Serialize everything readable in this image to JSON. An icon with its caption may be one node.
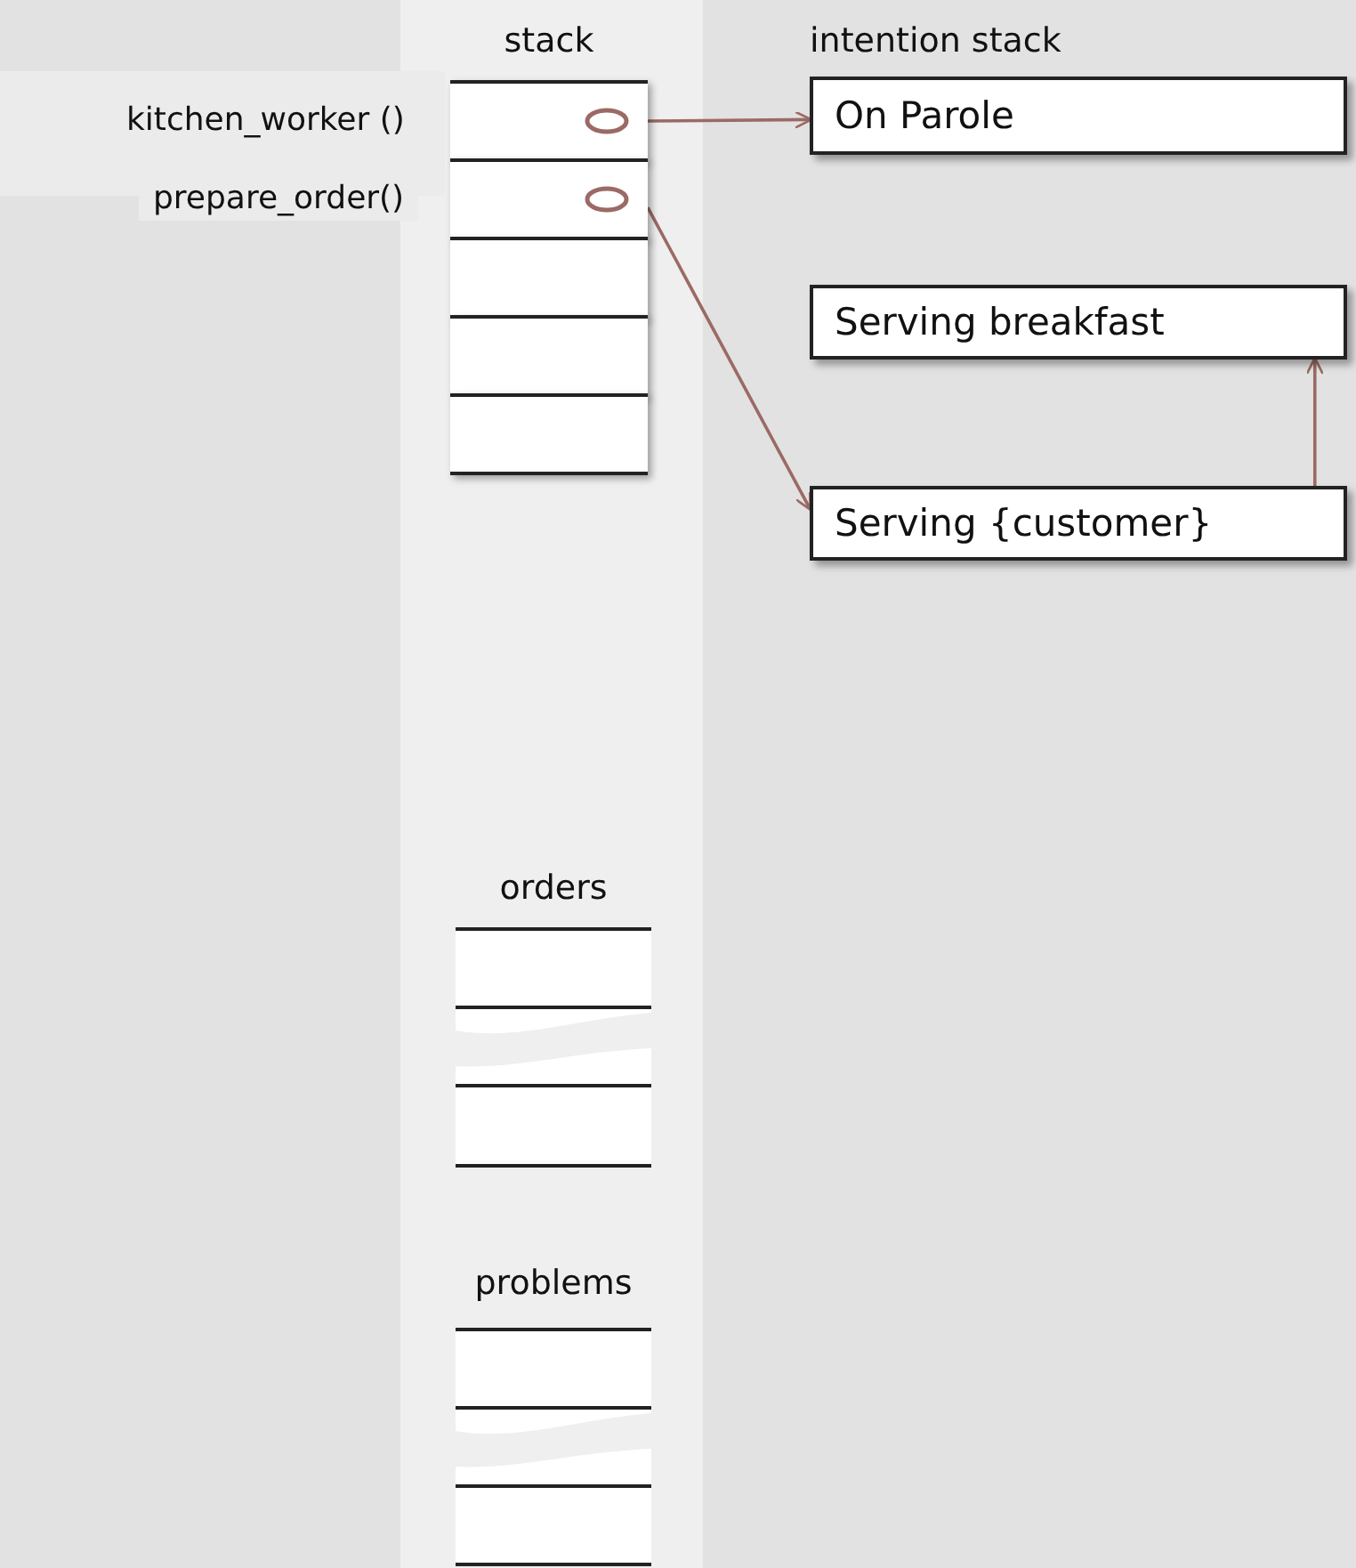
{
  "diagram": {
    "nodes": [
      {
        "text": [],
        "shape": "box",
        "beside": [
          "kitchen_worker ()"
        ]
      },
      {
        "text": [],
        "shape": "box",
        "beside": [
          "prepare_order()"
        ]
      },
      {
        "text": [],
        "shape": "box"
      },
      {
        "text": [],
        "shape": "box"
      },
      {
        "text": [],
        "shape": "box"
      },
      {
        "text": [
          "On Parole"
        ]
      },
      {
        "text": [
          "Serving breakfast"
        ]
      },
      {
        "text": [
          "Serving {customer}"
        ]
      },
      {
        "text": [],
        "shape": "box"
      },
      {
        "text": [],
        "shape": "box"
      },
      {
        "text": [],
        "shape": "box"
      },
      {
        "text": [],
        "shape": "box"
      }
    ],
    "edges": [
      {
        "from": 0,
        "to": 5,
        "arrow": "to"
      },
      {
        "from": 1,
        "to": 7,
        "arrow": "to"
      },
      {
        "from": 7,
        "to": 6,
        "arrow": "to"
      }
    ],
    "labels": [
      "stack",
      "intention stack",
      "orders",
      "problems"
    ]
  }
}
